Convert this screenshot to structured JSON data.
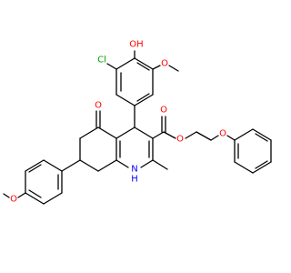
{
  "colors": {
    "bond": "#000000",
    "oxygen": "#ff0000",
    "nitrogen": "#0000ff",
    "chlorine": "#00a000",
    "background": "#ffffff"
  },
  "labels": {
    "hydroxyl": "OH",
    "chloro": "Cl",
    "methoxy_ring_o": "O",
    "ketone_o": "O",
    "ester_carbonyl_o": "O",
    "ester_o": "O",
    "ether_o": "O",
    "anisole_o": "O",
    "amine_n": "N",
    "amine_h": "H"
  }
}
